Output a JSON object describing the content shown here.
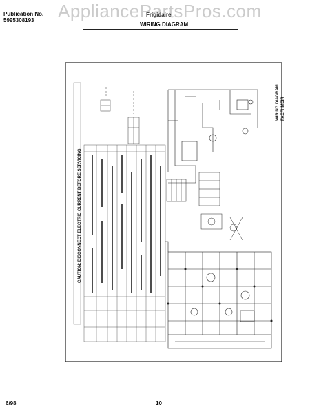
{
  "header": {
    "publication_label": "Publication No.",
    "publication_number": "5995308193",
    "brand": "Frigidaire",
    "title": "WIRING DIAGRAM"
  },
  "watermark": "AppliancePartsPros.com",
  "diagram": {
    "caption": "CAUTION: DISCONNECT ELECTRIC CURRENT BEFORE SERVICING",
    "title": "WIRING DIAGRAM",
    "subtitle": "FAEFHMEIR"
  },
  "footer": {
    "date": "6/98",
    "page": "10"
  }
}
